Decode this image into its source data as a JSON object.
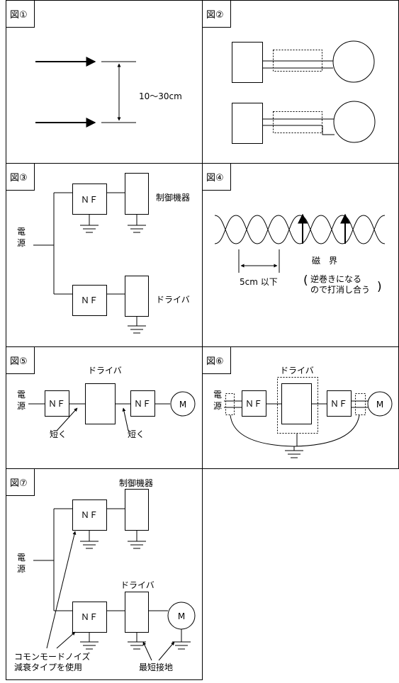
{
  "labels": {
    "fig1": "図①",
    "fig2": "図②",
    "fig3": "図③",
    "fig4": "図④",
    "fig5": "図⑤",
    "fig6": "図⑥",
    "fig7": "図⑦",
    "distance": "10～30cm",
    "nf": "ＮＦ",
    "control": "制御機器",
    "driver": "ドライバ",
    "power_1": "電",
    "power_2": "源",
    "pitch": "5cm 以下",
    "magnetic": "磁　界",
    "cancel_1": "逆巻きになる",
    "cancel_2": "ので打消し合う",
    "paren_l": "(",
    "paren_r": ")",
    "short": "短く",
    "motor": "M",
    "common_mode_1": "コモンモードノイズ",
    "common_mode_2": "減衰タイプを使用",
    "shortest_ground": "最短接地"
  }
}
